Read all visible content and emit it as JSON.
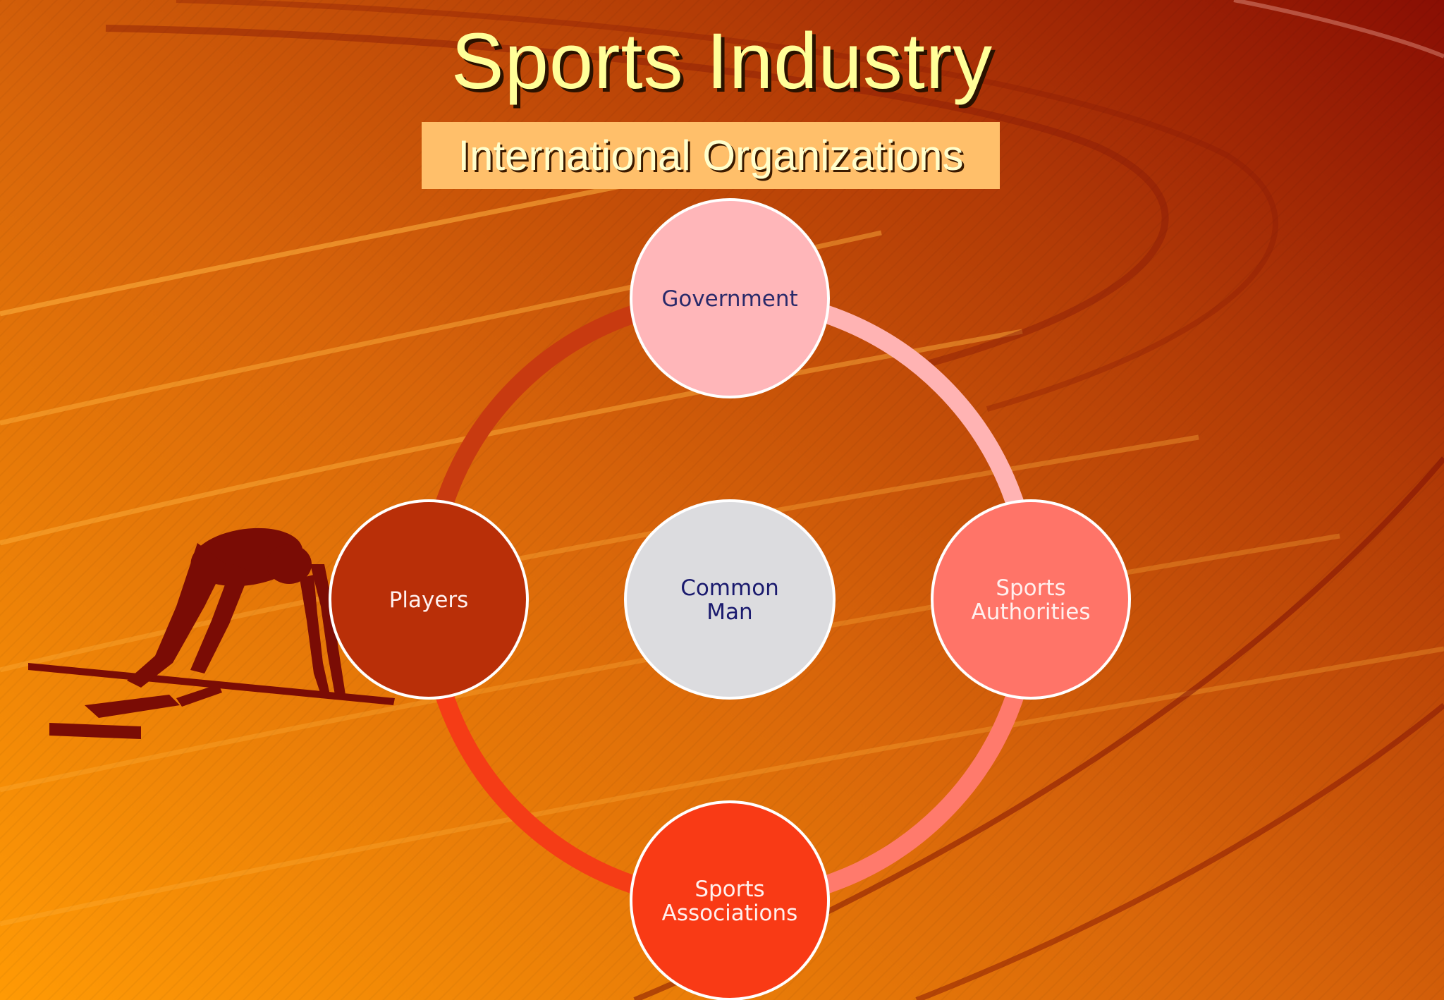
{
  "slide": {
    "title": "Sports Industry",
    "subtitle": "International Organizations"
  },
  "diagram": {
    "type": "cycle",
    "center": {
      "lines": [
        "Common",
        "Man"
      ],
      "fill": "#dcdcdf",
      "text_color": "#1a1a6e"
    },
    "nodes": [
      {
        "id": "government",
        "lines": [
          "Government"
        ],
        "fill": "#ffb6b9",
        "text_color": "#2a2a6a"
      },
      {
        "id": "sports-authorities",
        "lines": [
          "Sports",
          "Authorities"
        ],
        "fill": "#ff7468",
        "text_color": "#fff0ee"
      },
      {
        "id": "sports-associations",
        "lines": [
          "Sports",
          "Associations"
        ],
        "fill": "#f93a15",
        "text_color": "#fff0ee"
      },
      {
        "id": "players",
        "lines": [
          "Players"
        ],
        "fill": "#b92f08",
        "text_color": "#fff0ee"
      }
    ],
    "ring_colors": [
      "#ffb3b3",
      "#ff7a6c",
      "#f53c16",
      "#c83a10"
    ]
  },
  "colors": {
    "background_light": "#ff9a00",
    "background_dark": "#8a0e04",
    "title": "#ffff99",
    "subtitle_box": "#ffbf6a",
    "silhouette": "#7a0c05"
  }
}
